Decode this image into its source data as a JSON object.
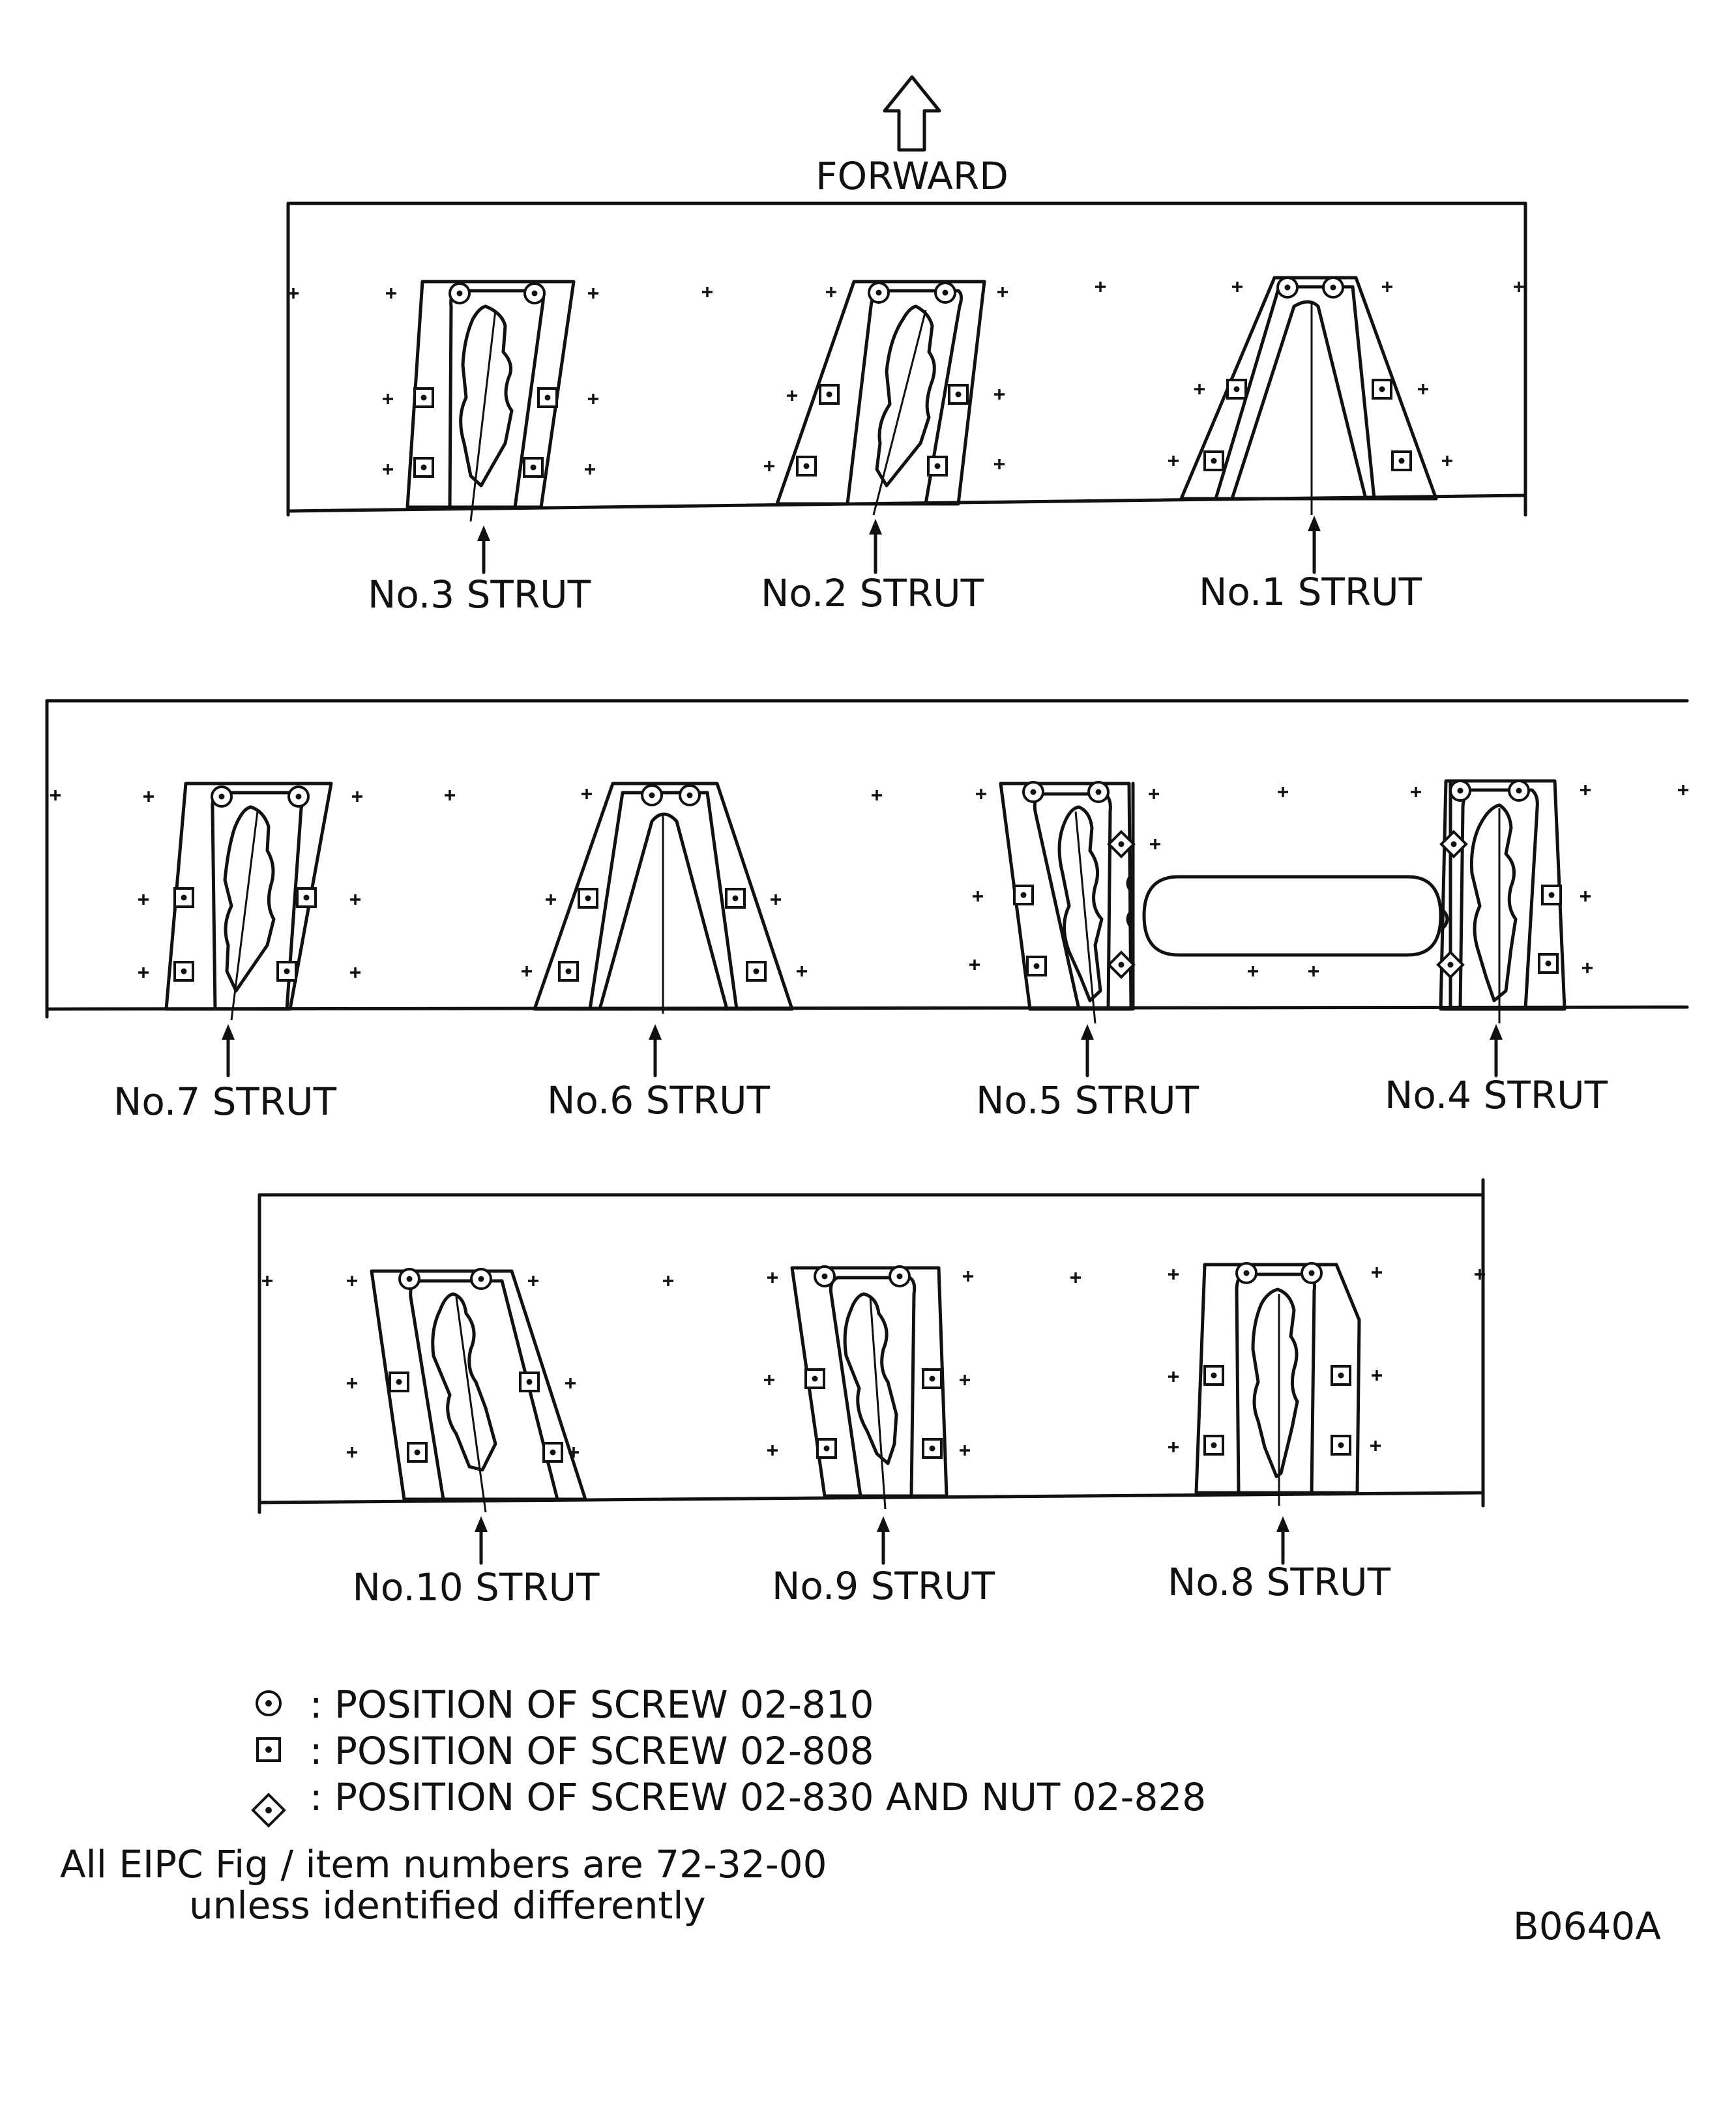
{
  "direction_label": "FORWARD",
  "strut_labels": {
    "s1": "No.1  STRUT",
    "s2": "No.2  STRUT",
    "s3": "No.3  STRUT",
    "s4": "No.4  STRUT",
    "s5": "No.5  STRUT",
    "s6": "No.6  STRUT",
    "s7": "No.7  STRUT",
    "s8": "No.8  STRUT",
    "s9": "No.9  STRUT",
    "s10": "No.10  STRUT"
  },
  "legend": [
    {
      "symbol": "circle-dot",
      "text": ":  POSITION  OF  SCREW  02-810"
    },
    {
      "symbol": "square-dot",
      "text": ":  POSITION  OF  SCREW  02-808"
    },
    {
      "symbol": "diamond-dot",
      "text": ":  POSITION  OF  SCREW  02-830  AND  NUT  02-828"
    }
  ],
  "note_line1": "All  EIPC  Fig / item  numbers  are  72-32-00",
  "note_line2": "unless  identified  differently",
  "figure_code": "B0640A"
}
